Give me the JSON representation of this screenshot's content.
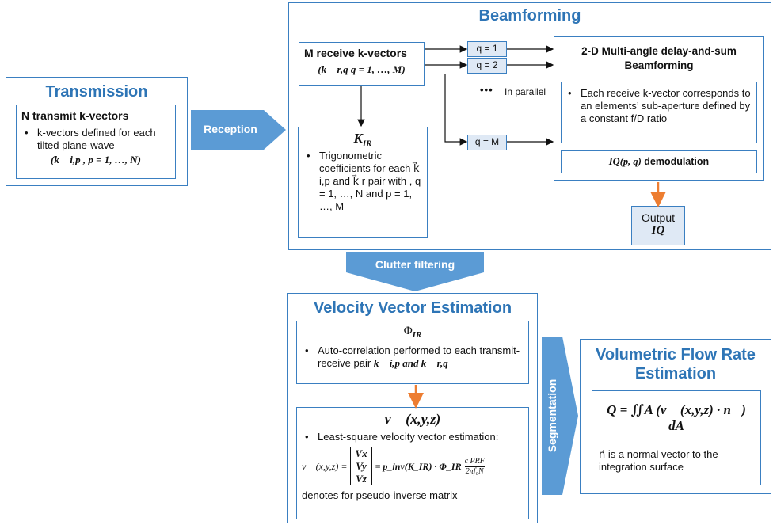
{
  "transmission": {
    "title": "Transmission",
    "subtitle": "N transmit k-vectors",
    "bullet": "k-vectors defined for each tilted plane-wave",
    "formula": "(k⃗ i,p , p = 1, …, N)"
  },
  "reception_label": "Reception",
  "beamforming": {
    "title": "Beamforming",
    "receive": {
      "title": "M receive k-vectors",
      "formula": "(k⃗ r,q  q = 1, …, M)"
    },
    "q_boxes": [
      "q = 1",
      "q = 2",
      "q = M"
    ],
    "parallel_dots": "•••",
    "parallel_label": "In parallel",
    "kir": {
      "title": "K",
      "title_sub": "IR",
      "bullet": "Trigonometric coefficients for each k⃗ i,p and k⃗ r pair with , q = 1, …, N and p = 1, …, M"
    },
    "das": {
      "title": "2-D Multi-angle delay-and-sum Beamforming",
      "bullet": "Each receive k-vector corresponds to an elements’ sub-aperture defined by a constant f/D ratio",
      "iq_formula": "IQ(p, q)",
      "iq_label": " demodulation"
    },
    "output": {
      "label": "Output",
      "value": "IQ"
    }
  },
  "clutter_label": "Clutter filtering",
  "segmentation_label": "Segmentation",
  "velocity": {
    "title": "Velocity Vector Estimation",
    "phi": {
      "title": "Φ",
      "title_sub": "IR",
      "bullet_text": "Auto-correlation performed to each transmit-receive pair",
      "pair": "k⃗ i,p  and  k⃗ r,q"
    },
    "vec": {
      "title": "v⃗ (x,y,z)",
      "bullet": "Least-square velocity vector estimation:",
      "lhs": "v⃗ (x,y,z) =",
      "matrix": [
        "Vx",
        "Vy",
        "Vz"
      ],
      "rhs": "= p_inv(K_IR) ·  Φ_IR",
      "frac_num": "c PRF",
      "frac_den": "2πf₀N",
      "footer": "denotes for pseudo-inverse matrix"
    }
  },
  "flow": {
    "title": "Volumetric Flow Rate Estimation",
    "formula": "Q = ∬A (v⃗ (x,y,z) · n⃗) dA",
    "note": "n⃗ is a normal vector to the integration surface"
  },
  "colors": {
    "border": "#3a7fc1",
    "title": "#2e75b6",
    "band": "#5b9bd5",
    "light_fill": "#dfe9f5",
    "orange_arrow": "#ed7d31"
  }
}
